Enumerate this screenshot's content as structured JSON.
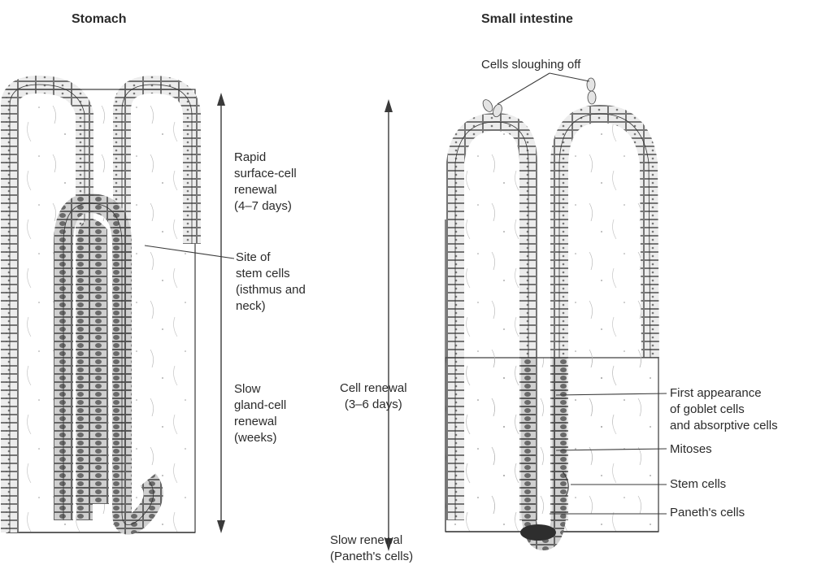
{
  "titles": {
    "stomach": "Stomach",
    "small_intestine": "Small intestine"
  },
  "stomach_labels": {
    "rapid_renewal": "Rapid\nsurface-cell\nrenewal\n(4–7 days)",
    "stem_cell_site": "Site of\nstem cells\n(isthmus and\nneck)",
    "slow_renewal": "Slow\ngland-cell\nrenewal\n(weeks)"
  },
  "intestine_labels": {
    "sloughing": "Cells sloughing off",
    "cell_renewal": "Cell renewal\n(3–6 days)",
    "slow_renewal_paneth": "Slow renewal\n(Paneth's cells)",
    "first_appearance": "First appearance\nof goblet cells\nand absorptive cells",
    "mitoses": "Mitoses",
    "stem_cells": "Stem cells",
    "paneths_cells": "Paneth's cells"
  },
  "colors": {
    "line": "#3a3a3a",
    "cell_light": "#ececec",
    "cell_dark": "#6a6a6a",
    "tissue": "#f6f6f6"
  }
}
